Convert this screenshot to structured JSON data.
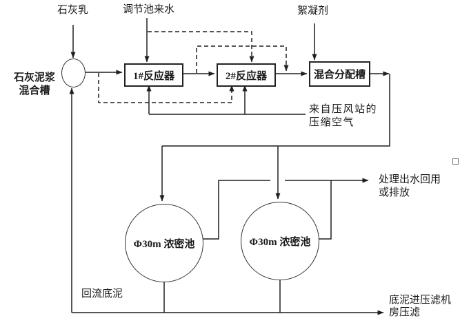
{
  "diagram": {
    "labels": {
      "lime_milk": "石灰乳",
      "influent": "调节池来水",
      "flocculant": "絮凝剂",
      "mixing_tank_line1": "石灰泥浆",
      "mixing_tank_line2": "混合槽",
      "reactor1": "1#反应器",
      "reactor2": "2#反应器",
      "distribution_tank": "混合分配槽",
      "compressed_air_line1": "来自压风站的",
      "compressed_air_line2": "压缩空气",
      "thickener1": "Φ30m 浓密池",
      "thickener2": "Φ30m 浓密池",
      "treated_water_line1": "处理出水回用",
      "treated_water_line2": "或排放",
      "return_sludge": "回流底泥",
      "sludge_out_line1": "底泥进压滤机",
      "sludge_out_line2": "房压滤"
    },
    "colors": {
      "line": "#1f1f1f",
      "background": "#ffffff",
      "text": "#1a1a1a"
    }
  }
}
